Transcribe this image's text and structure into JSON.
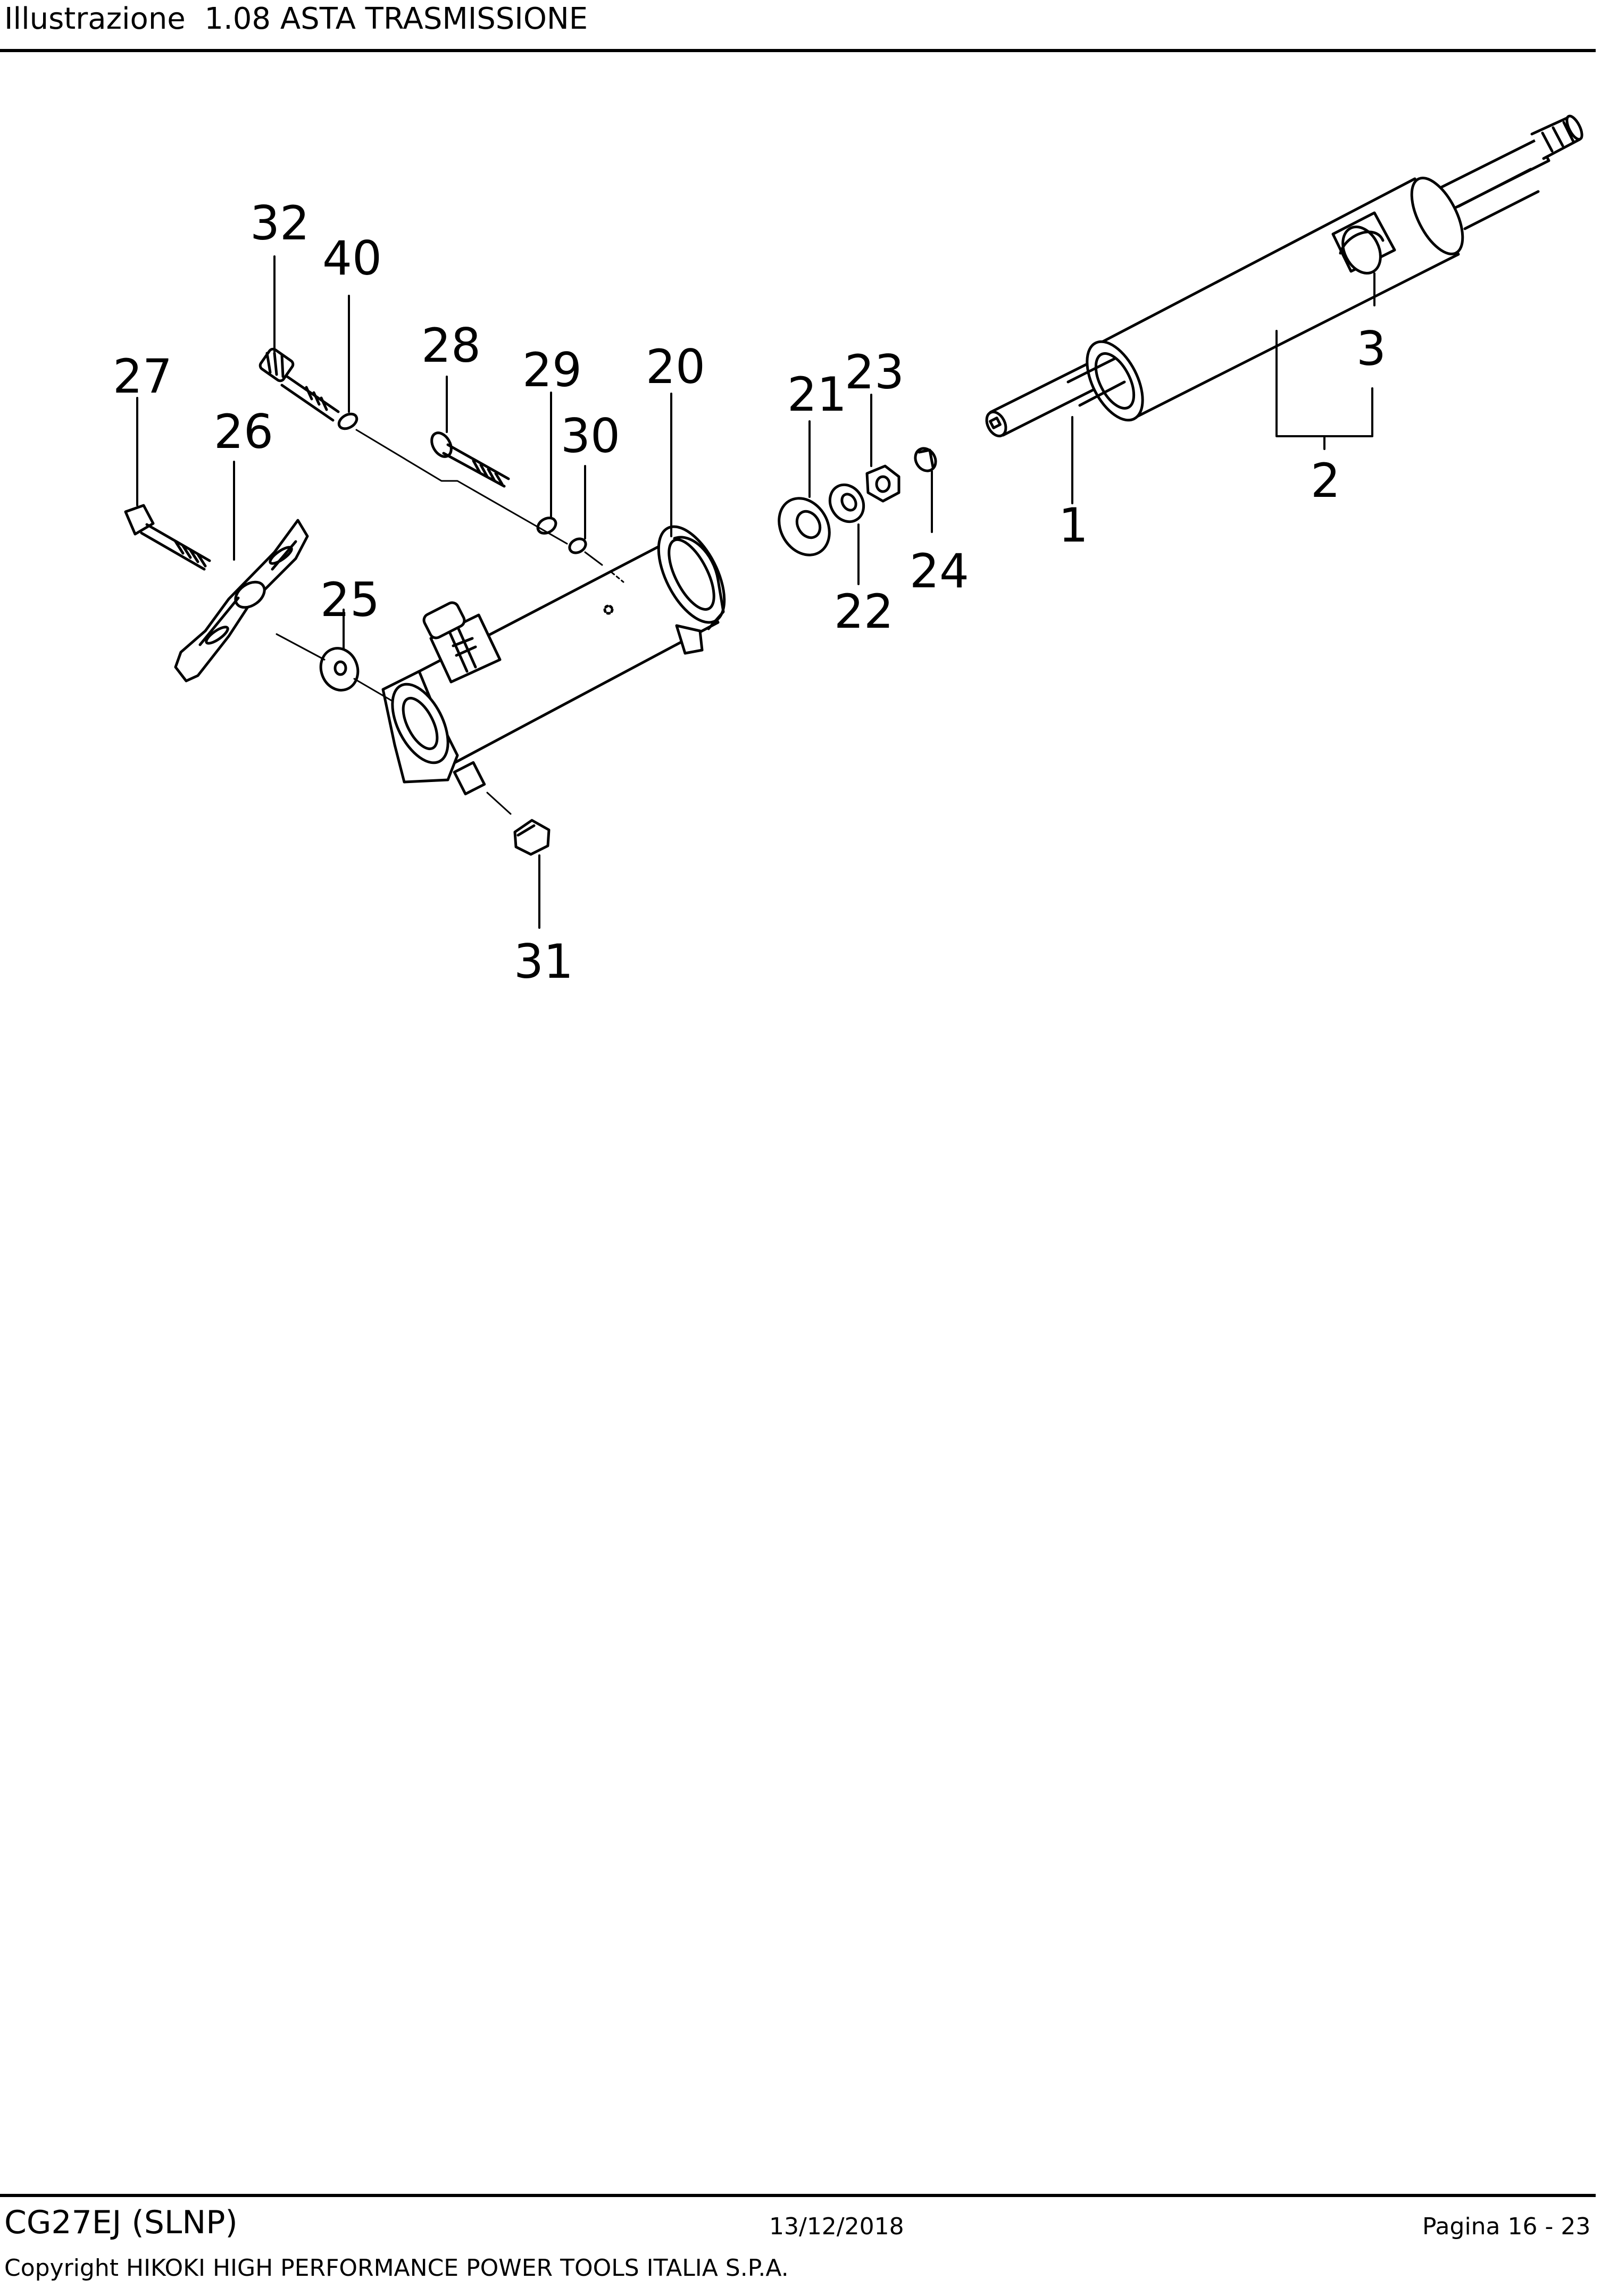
{
  "header": {
    "title": "Illustrazione  1.08 ASTA TRASMISSIONE"
  },
  "diagram": {
    "callouts": [
      {
        "id": "c32",
        "text": "32"
      },
      {
        "id": "c40",
        "text": "40"
      },
      {
        "id": "c27",
        "text": "27"
      },
      {
        "id": "c26",
        "text": "26"
      },
      {
        "id": "c28",
        "text": "28"
      },
      {
        "id": "c29",
        "text": "29"
      },
      {
        "id": "c30",
        "text": "30"
      },
      {
        "id": "c20",
        "text": "20"
      },
      {
        "id": "c21",
        "text": "21"
      },
      {
        "id": "c23",
        "text": "23"
      },
      {
        "id": "c25",
        "text": "25"
      },
      {
        "id": "c22",
        "text": "22"
      },
      {
        "id": "c24",
        "text": "24"
      },
      {
        "id": "c31",
        "text": "31"
      },
      {
        "id": "c3",
        "text": "3"
      },
      {
        "id": "c2",
        "text": "2"
      },
      {
        "id": "c1",
        "text": "1"
      }
    ]
  },
  "footer": {
    "model": "CG27EJ (SLNP)",
    "date": "13/12/2018",
    "page": "Pagina 16 - 23",
    "copyright": "Copyright HIKOKI HIGH PERFORMANCE POWER TOOLS ITALIA S.P.A."
  }
}
